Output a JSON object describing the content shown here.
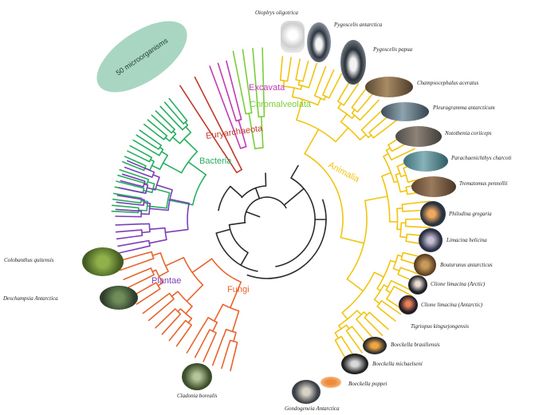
{
  "colors": {
    "animalia": "#f1c40f",
    "bacteria": "#27ae60",
    "euryarchaeota": "#c0392b",
    "excavata": "#c13bb3",
    "chromalveolata": "#7ccd3a",
    "plantae": "#7d3fb8",
    "fungi": "#e8642e",
    "core": "#2b2b2b",
    "microbe_bubble": "#a9d6c2"
  },
  "clades": {
    "animalia": "Animalia",
    "bacteria": "Bacteria",
    "euryarchaeota": "Euryarchaeota",
    "excavata": "Excavata",
    "chromalveolata": "Chromalveolata",
    "plantae": "Plantae",
    "fungi": "Fungi"
  },
  "microorganisms_label": "50 microorganisms",
  "species": [
    {
      "name": "Oioplrys oligotrica",
      "icon": "protist-photo"
    },
    {
      "name": "Pygoscelis antarctica",
      "icon": "penguin-photo"
    },
    {
      "name": "Pygoscelis papua",
      "icon": "penguin-photo"
    },
    {
      "name": "Champsocephalus aceratus",
      "icon": "fish-photo"
    },
    {
      "name": "Pleuragramma antarcticum",
      "icon": "fish-photo"
    },
    {
      "name": "Notothenia coriiceps",
      "icon": "fish-photo"
    },
    {
      "name": "Parachaenichthys charcoti",
      "icon": "fish-photo"
    },
    {
      "name": "Trematomus pennellii",
      "icon": "fish-photo"
    },
    {
      "name": "Philodina gregaria",
      "icon": "rotifer-photo"
    },
    {
      "name": "Limacina helicina",
      "icon": "pteropod-photo"
    },
    {
      "name": "Bouturunus antarcticus",
      "icon": "worm-photo"
    },
    {
      "name": "Clione limacina (Arctic)",
      "icon": "sea-angel-photo"
    },
    {
      "name": "Clione limacina (Antarctic)",
      "icon": "sea-angel-photo"
    },
    {
      "name": "Tigriopus kingsejongensis",
      "icon": "copepod-photo"
    },
    {
      "name": "Boeckella brasiliensis",
      "icon": "copepod-photo"
    },
    {
      "name": "Boeckella michaelseni",
      "icon": "copepod-photo"
    },
    {
      "name": "Boeckella poppei",
      "icon": "copepod-photo"
    },
    {
      "name": "Gondogeneia Antarctica",
      "icon": "amphipod-photo"
    },
    {
      "name": "Cladonia borealis",
      "icon": "lichen-photo"
    },
    {
      "name": "Colobanthus quitensis",
      "icon": "plant-photo"
    },
    {
      "name": "Deschampsia Antarctica",
      "icon": "grass-photo"
    }
  ]
}
